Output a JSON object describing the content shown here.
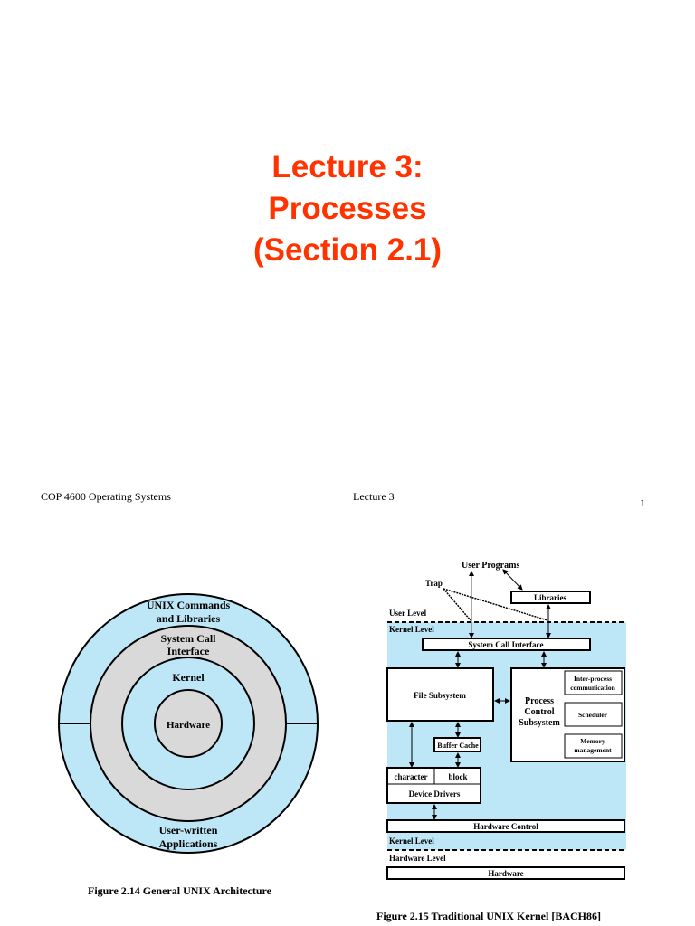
{
  "slide": {
    "title_lines": [
      "Lecture 3:",
      "Processes",
      "(Section 2.1)"
    ],
    "title_color": "#ff3300"
  },
  "footer": {
    "course": "COP 4600 Operating Systems",
    "lecture": "Lecture 3",
    "page_number": "1"
  },
  "figure_left": {
    "rings": {
      "outer_top": [
        "UNIX Commands",
        "and Libraries"
      ],
      "syscall": [
        "System Call",
        "Interface"
      ],
      "kernel": "Kernel",
      "hardware": "Hardware",
      "outer_bottom": [
        "User-written",
        "Applications"
      ]
    },
    "caption": "Figure 2.14  General UNIX Architecture"
  },
  "figure_right": {
    "user_programs": "User Programs",
    "trap": "Trap",
    "libraries": "Libraries",
    "user_level": "User Level",
    "kernel_level_top": "Kernel Level",
    "system_call_interface": "System Call Interface",
    "file_subsystem": "File Subsystem",
    "process_control": [
      "Process",
      "Control",
      "Subsystem"
    ],
    "ipc": [
      "Inter-process",
      "communication"
    ],
    "scheduler": "Scheduler",
    "memory": [
      "Memory",
      "management"
    ],
    "buffer_cache": "Buffer Cache",
    "character": "character",
    "block": "block",
    "device_drivers": "Device Drivers",
    "hardware_control": "Hardware Control",
    "kernel_level_bottom": "Kernel Level",
    "hardware_level": "Hardware Level",
    "hardware": "Hardware",
    "caption": "Figure 2.15  Traditional UNIX Kernel [BACH86]"
  }
}
